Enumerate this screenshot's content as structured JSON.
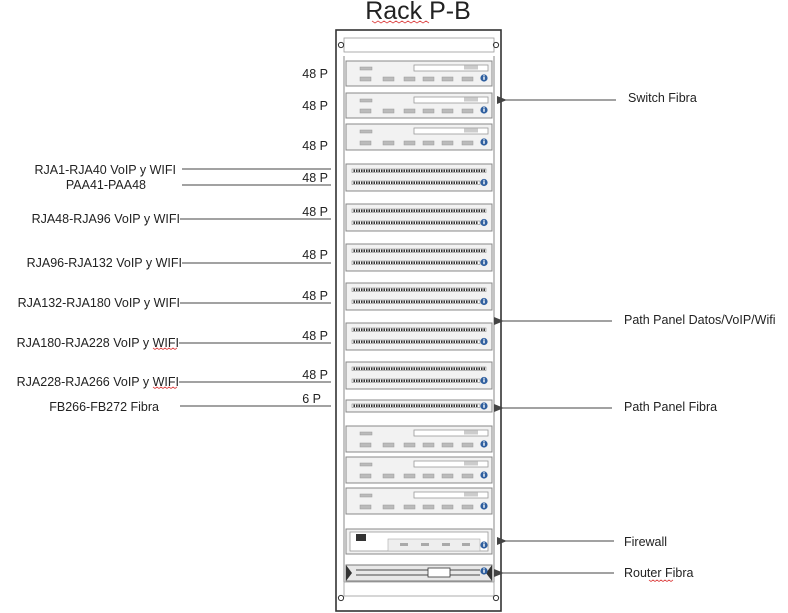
{
  "title": "Rack P-B",
  "units": [
    {
      "type": "switch",
      "count": "48 P"
    },
    {
      "type": "switch",
      "count": "48 P"
    },
    {
      "type": "switch",
      "count": "48 P"
    },
    {
      "type": "patch48",
      "count": "48 P"
    },
    {
      "type": "patch48",
      "count": "48 P"
    },
    {
      "type": "patch48",
      "count": "48 P"
    },
    {
      "type": "patch48",
      "count": "48 P"
    },
    {
      "type": "patch48",
      "count": "48 P"
    },
    {
      "type": "patch48",
      "count": "48 P"
    },
    {
      "type": "fiber_patch",
      "count": "6 P"
    },
    {
      "type": "switch",
      "count": ""
    },
    {
      "type": "switch",
      "count": ""
    },
    {
      "type": "switch",
      "count": ""
    },
    {
      "type": "firewall",
      "count": ""
    },
    {
      "type": "router",
      "count": ""
    }
  ],
  "left_labels": [
    "RJA1-RJA40 VoIP y WIFI",
    "PAA41-PAA48",
    "RJA48-RJA96 VoIP y WIFI",
    "RJA96-RJA132 VoIP y WIFI",
    "RJA132-RJA180 VoIP y WIFI",
    "RJA180-RJA228 VoIP y WIFI",
    "RJA228-RJA266 VoIP y WIFI",
    "FB266-FB272 Fibra"
  ],
  "right_labels": [
    "Switch Fibra",
    "Path Panel Datos/VoIP/Wifi",
    "Path Panel Fibra",
    "Firewall",
    "Router Fibra"
  ],
  "colors": {
    "line": "#444444",
    "device_face": "#f2f2f2",
    "info_icon": "#2f5f9f"
  }
}
